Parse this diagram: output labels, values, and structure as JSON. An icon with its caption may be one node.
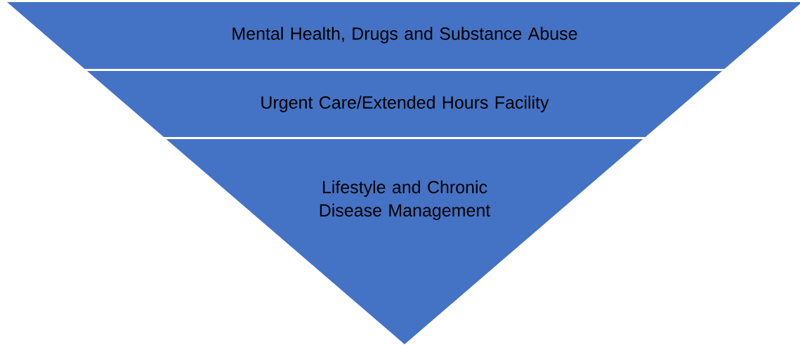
{
  "diagram": {
    "nodes": [
      {
        "text": [
          "Mental Health, Drugs and Substance Abuse"
        ]
      },
      {
        "text": [
          "Urgent Care/Extended Hours Facility"
        ]
      },
      {
        "text": [
          "Lifestyle and Chronic Disease Management"
        ]
      }
    ]
  }
}
